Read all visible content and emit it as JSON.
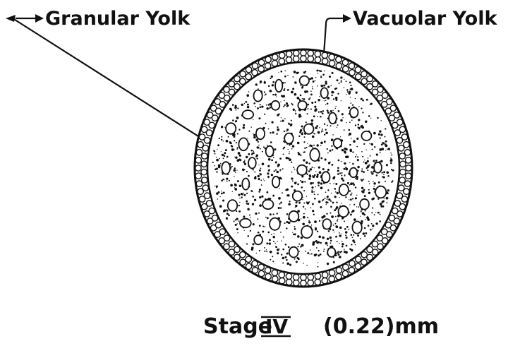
{
  "labels": {
    "granular_yolk": "Granular Yolk",
    "vacuolar_yolk": "Vacuolar Yolk"
  },
  "caption": {
    "stage_prefix": "Stage",
    "stage_numeral": "IV",
    "measurement": "(0.22)mm"
  },
  "colors": {
    "ink": "#111111",
    "background": "#ffffff"
  }
}
